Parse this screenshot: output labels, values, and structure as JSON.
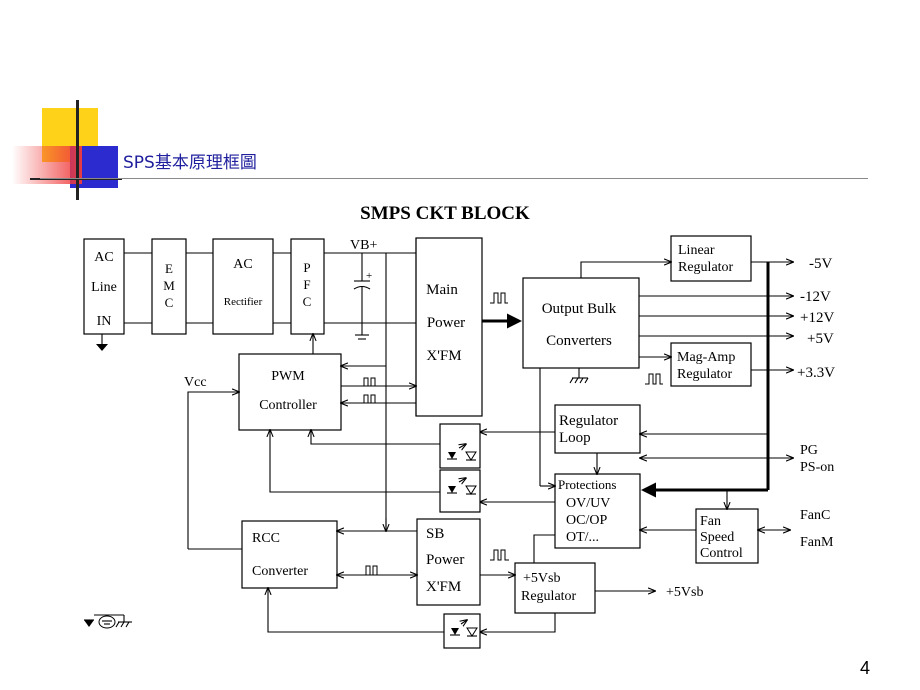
{
  "slide": {
    "title": "SPS基本原理框圖",
    "page_number": "4"
  },
  "diagram": {
    "title": "SMPS CKT BLOCK",
    "blocks": {
      "ac_line": [
        "AC",
        "Line",
        "IN"
      ],
      "emc": [
        "E",
        "M",
        "C"
      ],
      "ac_rectifier": [
        "AC",
        "Rectifier"
      ],
      "pfc": [
        "P",
        "F",
        "C"
      ],
      "main_xfm": [
        "Main",
        "Power",
        "X'FM"
      ],
      "output_bulk": [
        "Output Bulk",
        "Converters"
      ],
      "linear_regulator": [
        "Linear",
        "Regulator"
      ],
      "magamp_regulator": [
        "Mag-Amp",
        "Regulator"
      ],
      "pwm_controller": [
        "PWM",
        "Controller"
      ],
      "regulator_loop": [
        "Regulator",
        "Loop"
      ],
      "protections": [
        "Protections",
        "OV/UV",
        "OC/OP",
        "OT/..."
      ],
      "fan_speed": [
        "Fan",
        "Speed",
        "Control"
      ],
      "rcc_converter": [
        "RCC",
        "Converter"
      ],
      "sb_xfm": [
        "SB",
        "Power",
        "X'FM"
      ],
      "vsb_regulator": [
        "+5Vsb",
        "Regulator"
      ]
    },
    "labels": {
      "vb_plus": "VB+",
      "vcc": "Vcc",
      "cap_plus": "+"
    },
    "outputs": {
      "neg5v": "-5V",
      "neg12v": "-12V",
      "pos12v": "+12V",
      "pos5v": "+5V",
      "pos3v3": "+3.3V",
      "pg": "PG",
      "ps_on": "PS-on",
      "fanc": "FanC",
      "fanm": "FanM",
      "vsb_out": "+5Vsb"
    },
    "icons": [
      "ground-icon",
      "optocoupler-icon",
      "capacitor-icon",
      "pulse-waveform-icon",
      "chassis-ground-icon",
      "legend-ground-symbols-icon"
    ]
  }
}
